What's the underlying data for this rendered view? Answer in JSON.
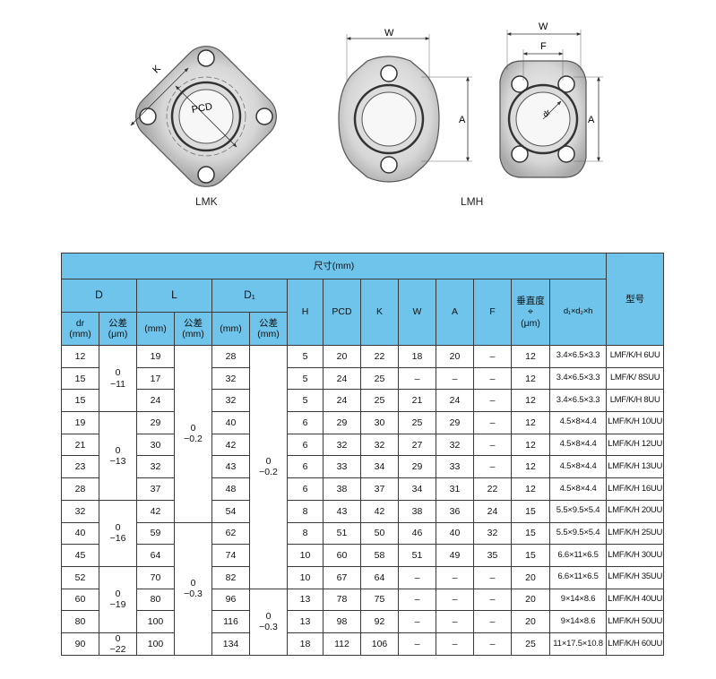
{
  "diagrams": {
    "lmk": {
      "caption": "LMK",
      "dim_k": "K",
      "pcd": "PCD"
    },
    "lmh": {
      "caption": "LMH",
      "dim_w": "W",
      "dim_a": "A"
    },
    "lmf": {
      "dim_w": "W",
      "dim_f": "F",
      "dim_a": "A",
      "dim_dr": "dr"
    }
  },
  "table": {
    "header": {
      "dims": "尺寸(mm)",
      "d": "D",
      "l": "L",
      "d1": "D₁",
      "h": "H",
      "pcd": "PCD",
      "k": "K",
      "w": "W",
      "a": "A",
      "f": "F",
      "perp": "垂直度\n⌖\n(μm)",
      "bolt": "d₁×d₂×h",
      "model": "型号",
      "dr": "dr\n(mm)",
      "tol": "公差\n(μm)",
      "mm": "(mm)",
      "tol_mm": "公差\n(mm)",
      "mm2": "(mm)",
      "tol_mm2": "公差\n(mm)"
    },
    "d_tolerances": [
      "0\n−11",
      "0\n−13",
      "0\n−16",
      "0\n−19",
      "0\n−22"
    ],
    "l_tolerances": [
      "0\n−0.2",
      "0\n−0.3"
    ],
    "d1_tolerances": [
      "0\n−0.2",
      "0\n−0.3"
    ],
    "rows": [
      {
        "dr": "12",
        "l": "19",
        "d1": "28",
        "h": "5",
        "pcd": "20",
        "k": "22",
        "w": "18",
        "a": "20",
        "f": "–",
        "perp": "12",
        "bolt": "3.4×6.5×3.3",
        "model": "LMF/K/H 6UU"
      },
      {
        "dr": "15",
        "l": "17",
        "d1": "32",
        "h": "5",
        "pcd": "24",
        "k": "25",
        "w": "–",
        "a": "–",
        "f": "–",
        "perp": "12",
        "bolt": "3.4×6.5×3.3",
        "model": "LMF/K/ 8SUU"
      },
      {
        "dr": "15",
        "l": "24",
        "d1": "32",
        "h": "5",
        "pcd": "24",
        "k": "25",
        "w": "21",
        "a": "24",
        "f": "–",
        "perp": "12",
        "bolt": "3.4×6.5×3.3",
        "model": "LMF/K/H 8UU"
      },
      {
        "dr": "19",
        "l": "29",
        "d1": "40",
        "h": "6",
        "pcd": "29",
        "k": "30",
        "w": "25",
        "a": "29",
        "f": "–",
        "perp": "12",
        "bolt": "4.5×8×4.4",
        "model": "LMF/K/H 10UU"
      },
      {
        "dr": "21",
        "l": "30",
        "d1": "42",
        "h": "6",
        "pcd": "32",
        "k": "32",
        "w": "27",
        "a": "32",
        "f": "–",
        "perp": "12",
        "bolt": "4.5×8×4.4",
        "model": "LMF/K/H 12UU"
      },
      {
        "dr": "23",
        "l": "32",
        "d1": "43",
        "h": "6",
        "pcd": "33",
        "k": "34",
        "w": "29",
        "a": "33",
        "f": "–",
        "perp": "12",
        "bolt": "4.5×8×4.4",
        "model": "LMF/K/H 13UU"
      },
      {
        "dr": "28",
        "l": "37",
        "d1": "48",
        "h": "6",
        "pcd": "38",
        "k": "37",
        "w": "34",
        "a": "31",
        "f": "22",
        "perp": "12",
        "bolt": "4.5×8×4.4",
        "model": "LMF/K/H 16UU"
      },
      {
        "dr": "32",
        "l": "42",
        "d1": "54",
        "h": "8",
        "pcd": "43",
        "k": "42",
        "w": "38",
        "a": "36",
        "f": "24",
        "perp": "15",
        "bolt": "5.5×9.5×5.4",
        "model": "LMF/K/H 20UU"
      },
      {
        "dr": "40",
        "l": "59",
        "d1": "62",
        "h": "8",
        "pcd": "51",
        "k": "50",
        "w": "46",
        "a": "40",
        "f": "32",
        "perp": "15",
        "bolt": "5.5×9.5×5.4",
        "model": "LMF/K/H 25UU"
      },
      {
        "dr": "45",
        "l": "64",
        "d1": "74",
        "h": "10",
        "pcd": "60",
        "k": "58",
        "w": "51",
        "a": "49",
        "f": "35",
        "perp": "15",
        "bolt": "6.6×11×6.5",
        "model": "LMF/K/H 30UU"
      },
      {
        "dr": "52",
        "l": "70",
        "d1": "82",
        "h": "10",
        "pcd": "67",
        "k": "64",
        "w": "–",
        "a": "–",
        "f": "–",
        "perp": "20",
        "bolt": "6.6×11×6.5",
        "model": "LMF/K/H 35UU"
      },
      {
        "dr": "60",
        "l": "80",
        "d1": "96",
        "h": "13",
        "pcd": "78",
        "k": "75",
        "w": "–",
        "a": "–",
        "f": "–",
        "perp": "20",
        "bolt": "9×14×8.6",
        "model": "LMF/K/H 40UU"
      },
      {
        "dr": "80",
        "l": "100",
        "d1": "116",
        "h": "13",
        "pcd": "98",
        "k": "92",
        "w": "–",
        "a": "–",
        "f": "–",
        "perp": "20",
        "bolt": "9×14×8.6",
        "model": "LMF/K/H 50UU"
      },
      {
        "dr": "90",
        "l": "100",
        "d1": "134",
        "h": "18",
        "pcd": "112",
        "k": "106",
        "w": "–",
        "a": "–",
        "f": "–",
        "perp": "25",
        "bolt": "11×17.5×10.8",
        "model": "LMF/K/H 60UU"
      }
    ]
  }
}
